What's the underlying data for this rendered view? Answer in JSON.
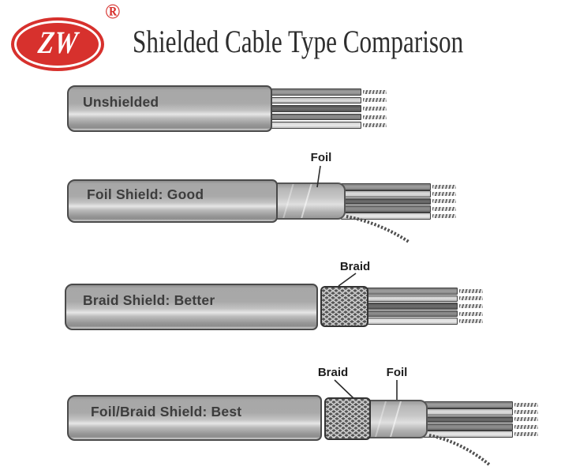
{
  "header": {
    "logo_text": "ZW",
    "registered_mark": "®",
    "title": "Shielded Cable Type Comparison"
  },
  "cables": [
    {
      "id": "unshielded",
      "label": "Unshielded",
      "callouts": {}
    },
    {
      "id": "foil-shield",
      "label": "Foil Shield: Good",
      "callouts": {
        "foil": "Foil"
      }
    },
    {
      "id": "braid-shield",
      "label": "Braid Shield: Better",
      "callouts": {
        "braid": "Braid"
      }
    },
    {
      "id": "foil-braid-shield",
      "label": "Foil/Braid Shield: Best",
      "callouts": {
        "braid": "Braid",
        "foil": "Foil"
      }
    }
  ],
  "colors": {
    "brand_red": "#d7312d",
    "jacket_gray": "#a9a9a9",
    "outline_gray": "#4a4a4a",
    "wire_shades": [
      "#949494",
      "#cfcfcf",
      "#636363",
      "#8f8f8f",
      "#d8d8d8"
    ]
  }
}
